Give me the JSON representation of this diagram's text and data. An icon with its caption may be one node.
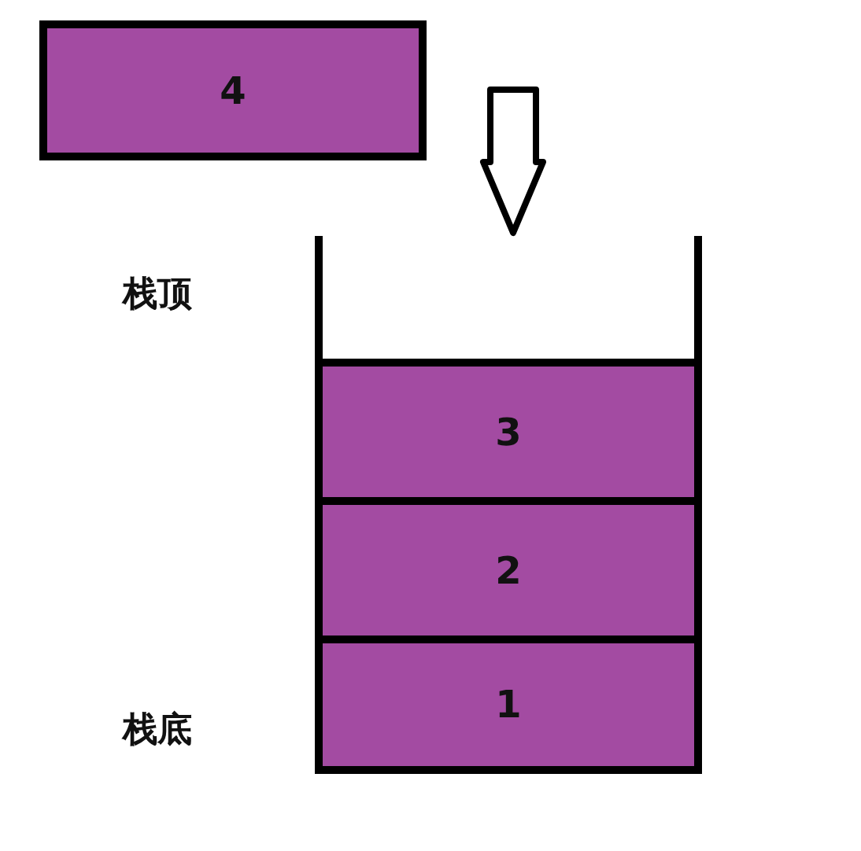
{
  "diagram": {
    "nodes": [
      {
        "text": [
          "4"
        ]
      },
      {
        "text": [],
        "shape": "box"
      },
      {
        "text": [
          "3"
        ],
        "in": 1
      },
      {
        "text": [
          "2"
        ],
        "in": 1
      },
      {
        "text": [
          "1"
        ],
        "in": 1
      }
    ],
    "edges": [
      {
        "from": null,
        "to": 1,
        "arrow": "to"
      }
    ],
    "labels": [
      "栈顶",
      "栈底"
    ]
  }
}
